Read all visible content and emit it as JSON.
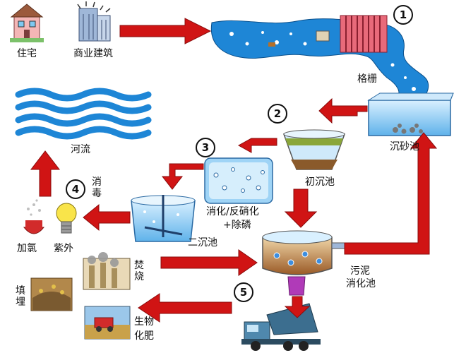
{
  "labels": {
    "residence": "住宅",
    "commercial": "商业建筑",
    "screen": "格栅",
    "river": "河流",
    "grit": "沉砂池",
    "primary": "初沉池",
    "bnr_line1": "消化/反硝化",
    "bnr_line2": "+除磷",
    "secondary": "二沉池",
    "disinfect": "消毒",
    "chlorine": "加氯",
    "uv": "紫外",
    "digester_line1": "污泥",
    "digester_line2": "消化池",
    "incinerate": "焚烧",
    "landfill": "填埋",
    "fertilizer_line1": "生物",
    "fertilizer_line2": "化肥"
  },
  "steps": [
    "1",
    "2",
    "3",
    "4",
    "5"
  ],
  "colors": {
    "arrow": "#d01414",
    "water": "#1e86d6",
    "water_light": "#bfe3fb",
    "sludge": "#8a5a2b"
  }
}
